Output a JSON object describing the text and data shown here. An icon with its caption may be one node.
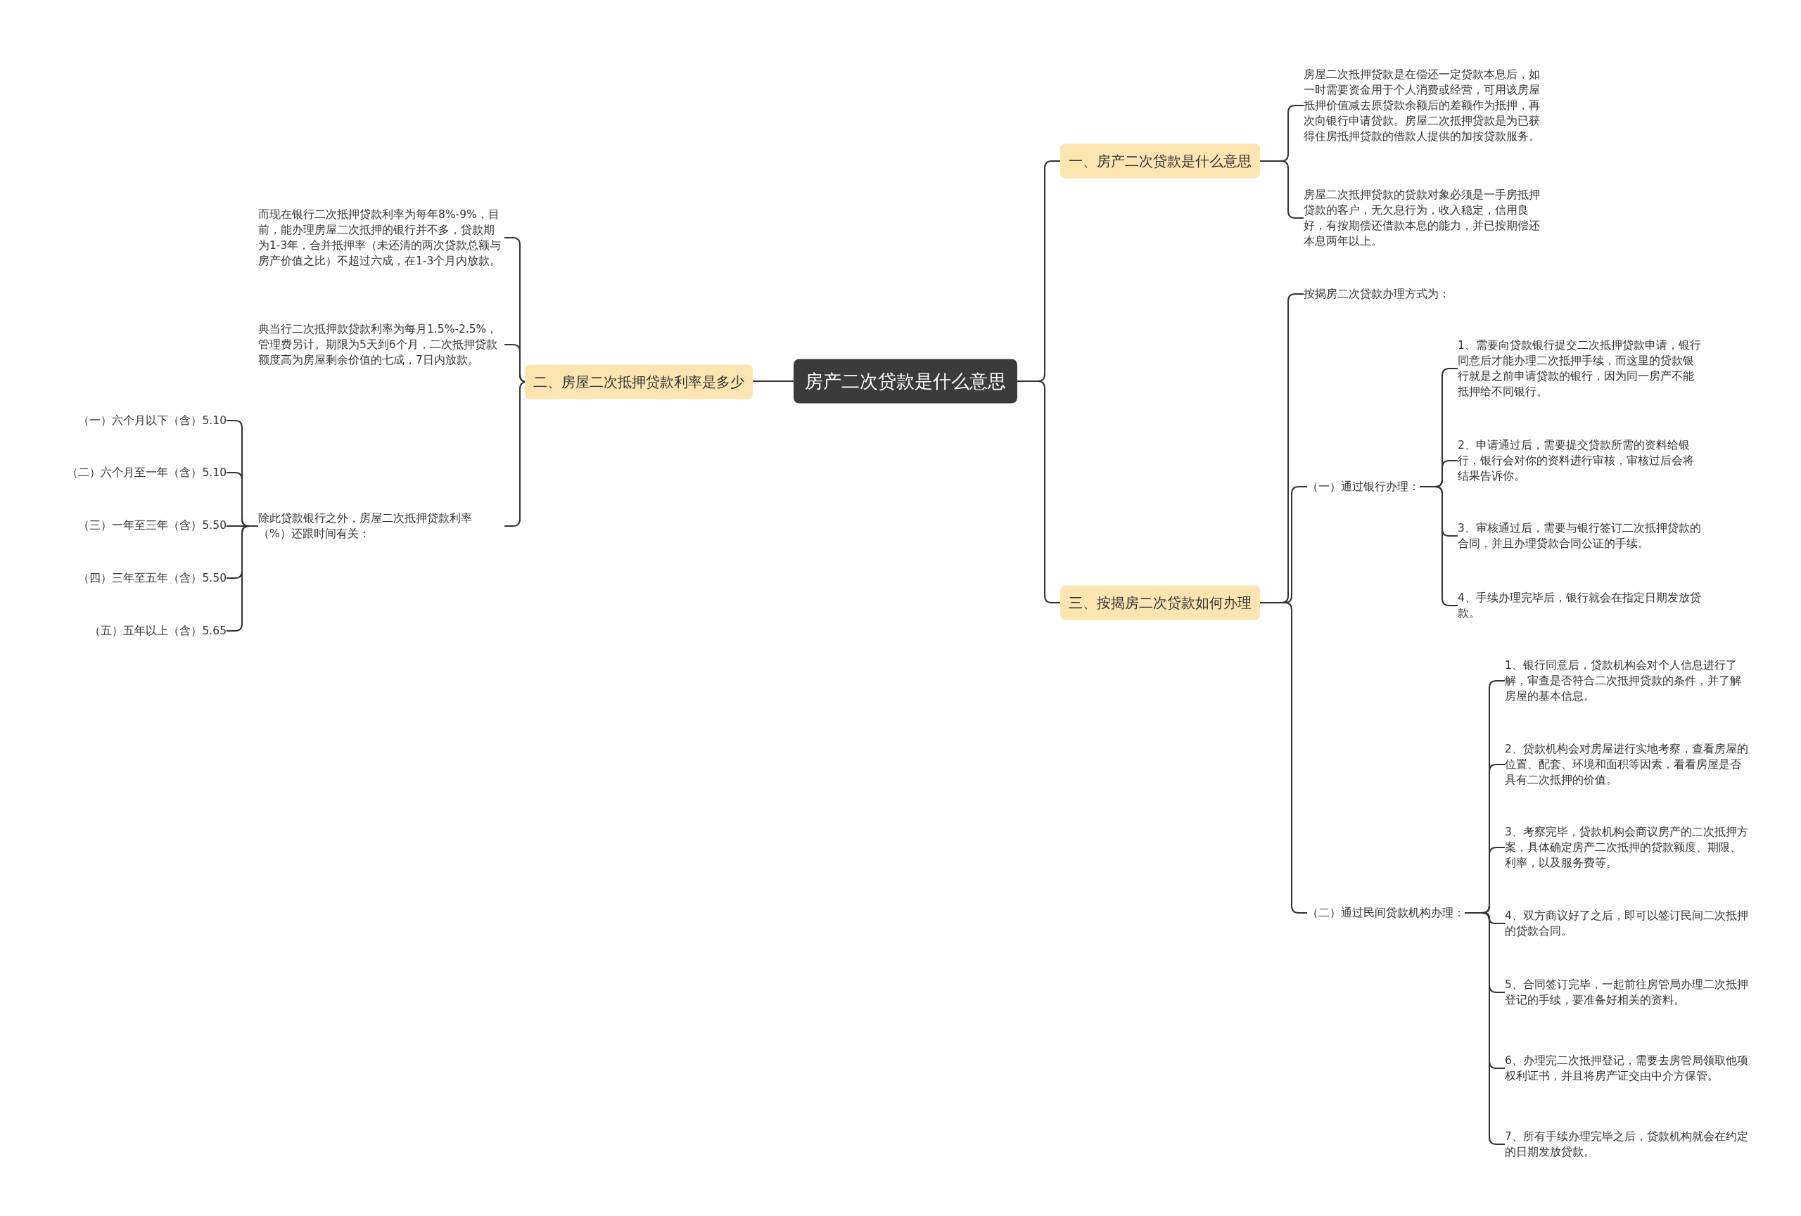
{
  "diagram": {
    "nodes": [
      {
        "text": [
          "房产二次贷款是什么意思"
        ]
      },
      {
        "text": [
          "一、房产二次贷款是什么意思"
        ]
      },
      {
        "text": [
          "房屋二次抵押贷款是在偿还一定贷款本息后，如一时需要资金用于个人消费或经营，可用该房屋抵押价值减去原贷款余额后的差额作为抵押，再次向银行申请贷款。房屋二次抵押贷款是为已获得住房抵押贷款的借款人提供的加按贷款服务。"
        ]
      },
      {
        "text": [
          "房屋二次抵押贷款的贷款对象必须是一手房抵押贷款的客户，无欠息行为，收入稳定，信用良好，有按期偿还借款本息的能力，并已按期偿还本息两年以上。"
        ]
      },
      {
        "text": [
          "二、房屋二次抵押贷款利率是多少"
        ]
      },
      {
        "text": [
          "而现在银行二次抵押贷款利率为每年8%-9%，目前，能办理房屋二次抵押的银行并不多，贷款期为1-3年，合并抵押率（未还清的两次贷款总额与房产价值之比）不超过六成，在1-3个月内放款。"
        ]
      },
      {
        "text": [
          "典当行二次抵押款贷款利率为每月1.5%-2.5%，管理费另计。期限为5天到6个月，二次抵押贷款额度高为房屋剩余价值的七成，7日内放款。"
        ]
      },
      {
        "text": [
          "除此贷款银行之外，房屋二次抵押贷款利率（%）还跟时间有关："
        ]
      },
      {
        "text": [
          "（一）六个月以下（含）5.10"
        ]
      },
      {
        "text": [
          "（二）六个月至一年（含）5.10"
        ]
      },
      {
        "text": [
          "（三）一年至三年（含）5.50"
        ]
      },
      {
        "text": [
          "（四）三年至五年（含）5.50"
        ]
      },
      {
        "text": [
          "（五）五年以上（含）5.65"
        ]
      },
      {
        "text": [
          "三、按揭房二次贷款如何办理"
        ]
      },
      {
        "text": [
          "按揭房二次贷款办理方式为："
        ]
      },
      {
        "text": [
          "（一）通过银行办理："
        ]
      },
      {
        "text": [
          "1、需要向贷款银行提交二次抵押贷款申请，银行同意后才能办理二次抵押手续，而这里的贷款银行就是之前申请贷款的银行，因为同一房产不能抵押给不同银行。"
        ]
      },
      {
        "text": [
          "2、申请通过后，需要提交贷款所需的资料给银行，银行会对你的资料进行审核，审核过后会将结果告诉你。"
        ]
      },
      {
        "text": [
          "3、审核通过后，需要与银行签订二次抵押贷款的合同，并且办理贷款合同公证的手续。"
        ]
      },
      {
        "text": [
          "4、手续办理完毕后，银行就会在指定日期发放贷款。"
        ]
      },
      {
        "text": [
          "（二）通过民间贷款机构办理："
        ]
      },
      {
        "text": [
          "1、银行同意后，贷款机构会对个人信息进行了解，审查是否符合二次抵押贷款的条件，并了解房屋的基本信息。"
        ]
      },
      {
        "text": [
          "2、贷款机构会对房屋进行实地考察，查看房屋的位置、配套、环境和面积等因素，看看房屋是否具有二次抵押的价值。"
        ]
      },
      {
        "text": [
          "3、考察完毕，贷款机构会商议房产的二次抵押方案，具体确定房产二次抵押的贷款额度、期限、利率，以及服务费等。"
        ]
      },
      {
        "text": [
          "4、双方商议好了之后，即可以签订民间二次抵押的贷款合同。"
        ]
      },
      {
        "text": [
          "5、合同签订完毕，一起前往房管局办理二次抵押登记的手续，要准备好相关的资料。"
        ]
      },
      {
        "text": [
          "6、办理完二次抵押登记，需要去房管局领取他项权利证书，并且将房产证交由中介方保管。"
        ]
      },
      {
        "text": [
          "7、所有手续办理完毕之后，贷款机构就会在约定的日期发放贷款。"
        ]
      }
    ],
    "edges": [
      {
        "from": 0,
        "to": 1,
        "arrow": "none"
      },
      {
        "from": 0,
        "to": 4,
        "arrow": "none"
      },
      {
        "from": 0,
        "to": 13,
        "arrow": "none"
      },
      {
        "from": 1,
        "to": 2,
        "arrow": "none"
      },
      {
        "from": 1,
        "to": 3,
        "arrow": "none"
      },
      {
        "from": 4,
        "to": 5,
        "arrow": "none"
      },
      {
        "from": 4,
        "to": 6,
        "arrow": "none"
      },
      {
        "from": 4,
        "to": 7,
        "arrow": "none"
      },
      {
        "from": 7,
        "to": 8,
        "arrow": "none"
      },
      {
        "from": 7,
        "to": 9,
        "arrow": "none"
      },
      {
        "from": 7,
        "to": 10,
        "arrow": "none"
      },
      {
        "from": 7,
        "to": 11,
        "arrow": "none"
      },
      {
        "from": 7,
        "to": 12,
        "arrow": "none"
      },
      {
        "from": 13,
        "to": 14,
        "arrow": "none"
      },
      {
        "from": 13,
        "to": 15,
        "arrow": "none"
      },
      {
        "from": 13,
        "to": 20,
        "arrow": "none"
      },
      {
        "from": 15,
        "to": 16,
        "arrow": "none"
      },
      {
        "from": 15,
        "to": 17,
        "arrow": "none"
      },
      {
        "from": 15,
        "to": 18,
        "arrow": "none"
      },
      {
        "from": 15,
        "to": 19,
        "arrow": "none"
      },
      {
        "from": 20,
        "to": 21,
        "arrow": "none"
      },
      {
        "from": 20,
        "to": 22,
        "arrow": "none"
      },
      {
        "from": 20,
        "to": 23,
        "arrow": "none"
      },
      {
        "from": 20,
        "to": 24,
        "arrow": "none"
      },
      {
        "from": 20,
        "to": 25,
        "arrow": "none"
      },
      {
        "from": 20,
        "to": 26,
        "arrow": "none"
      },
      {
        "from": 20,
        "to": 27,
        "arrow": "none"
      }
    ]
  }
}
